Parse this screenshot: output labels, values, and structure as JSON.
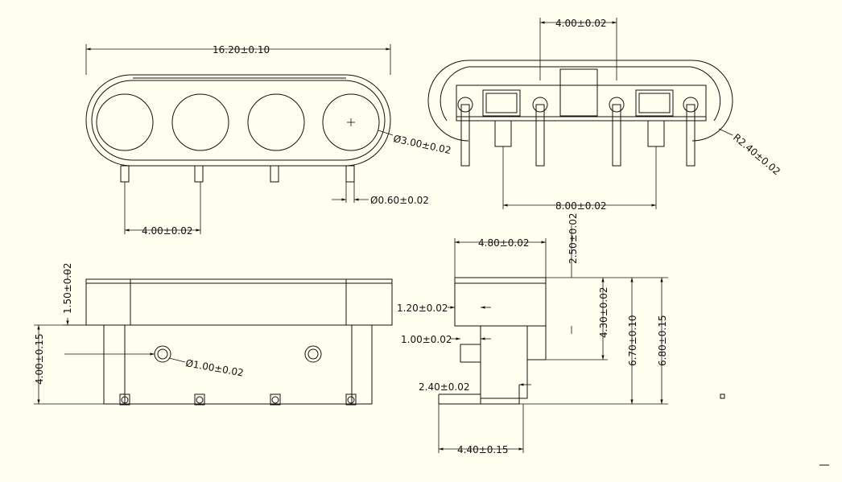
{
  "dimensions": {
    "front_width": "16.20±0.10",
    "hole_diameter": "Ø3.00±0.02",
    "front_pin_pitch": "4.00±0.02",
    "pin_diameter": "Ø0.60±0.02",
    "top_pitch": "4.00±0.02",
    "top_radius": "R2.40±0.02",
    "top_span": "8.00±0.02",
    "side_top_height": "1.50±0.02",
    "side_total_height": "4.00±0.15",
    "side_hole": "Ø1.00±0.02",
    "right_width": "4.80±0.02",
    "right_top_offset": "2.50±0.02",
    "right_step1": "1.20±0.02",
    "right_step2": "1.00±0.02",
    "right_h1": "4.30±0.02",
    "right_h2": "6.70±0.10",
    "right_h3": "6.80±0.15",
    "right_pin": "2.40±0.02",
    "right_base": "4.40±0.15"
  },
  "colors": {
    "background": "#fffff0",
    "line": "#111111"
  }
}
